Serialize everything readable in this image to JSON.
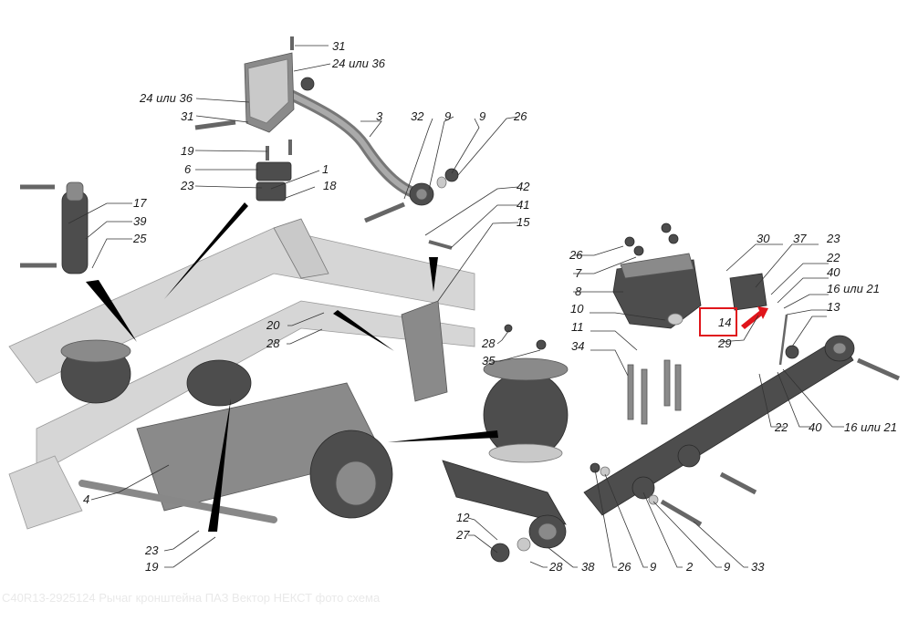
{
  "watermark": "C40R13-2925124 Рычаг кронштейна ПАЗ Вектор НЕКСТ фото схема",
  "highlight_color": "#e0151b",
  "labels": [
    {
      "id": "l31a",
      "text": "31"
    },
    {
      "id": "l24a",
      "text": "24 или 36"
    },
    {
      "id": "l24b",
      "text": "24 или 36"
    },
    {
      "id": "l31b",
      "text": "31"
    },
    {
      "id": "l3",
      "text": "3"
    },
    {
      "id": "l32",
      "text": "32"
    },
    {
      "id": "l9a",
      "text": "9"
    },
    {
      "id": "l9b",
      "text": "9"
    },
    {
      "id": "l26a",
      "text": "26"
    },
    {
      "id": "l19a",
      "text": "19"
    },
    {
      "id": "l6",
      "text": "6"
    },
    {
      "id": "l1",
      "text": "1"
    },
    {
      "id": "l23a",
      "text": "23"
    },
    {
      "id": "l18",
      "text": "18"
    },
    {
      "id": "l17",
      "text": "17"
    },
    {
      "id": "l39",
      "text": "39"
    },
    {
      "id": "l25",
      "text": "25"
    },
    {
      "id": "l42",
      "text": "42"
    },
    {
      "id": "l41",
      "text": "41"
    },
    {
      "id": "l15",
      "text": "15"
    },
    {
      "id": "l20",
      "text": "20"
    },
    {
      "id": "l28a",
      "text": "28"
    },
    {
      "id": "l26b",
      "text": "26"
    },
    {
      "id": "l7",
      "text": "7"
    },
    {
      "id": "l8",
      "text": "8"
    },
    {
      "id": "l30",
      "text": "30"
    },
    {
      "id": "l37",
      "text": "37"
    },
    {
      "id": "l23b",
      "text": "23"
    },
    {
      "id": "l22a",
      "text": "22"
    },
    {
      "id": "l40a",
      "text": "40"
    },
    {
      "id": "l16a",
      "text": "16 или 21"
    },
    {
      "id": "l13",
      "text": "13"
    },
    {
      "id": "l10",
      "text": "10"
    },
    {
      "id": "l14",
      "text": "14"
    },
    {
      "id": "l29",
      "text": "29"
    },
    {
      "id": "l11",
      "text": "11"
    },
    {
      "id": "l28b",
      "text": "28"
    },
    {
      "id": "l34",
      "text": "34"
    },
    {
      "id": "l35",
      "text": "35"
    },
    {
      "id": "l22b",
      "text": "22"
    },
    {
      "id": "l40b",
      "text": "40"
    },
    {
      "id": "l16b",
      "text": "16 или 21"
    },
    {
      "id": "l4",
      "text": "4"
    },
    {
      "id": "l12",
      "text": "12"
    },
    {
      "id": "l27",
      "text": "27"
    },
    {
      "id": "l23c",
      "text": "23"
    },
    {
      "id": "l19b",
      "text": "19"
    },
    {
      "id": "l28c",
      "text": "28"
    },
    {
      "id": "l38",
      "text": "38"
    },
    {
      "id": "l26c",
      "text": "26"
    },
    {
      "id": "l9c",
      "text": "9"
    },
    {
      "id": "l2",
      "text": "2"
    },
    {
      "id": "l9d",
      "text": "9"
    },
    {
      "id": "l33",
      "text": "33"
    }
  ]
}
